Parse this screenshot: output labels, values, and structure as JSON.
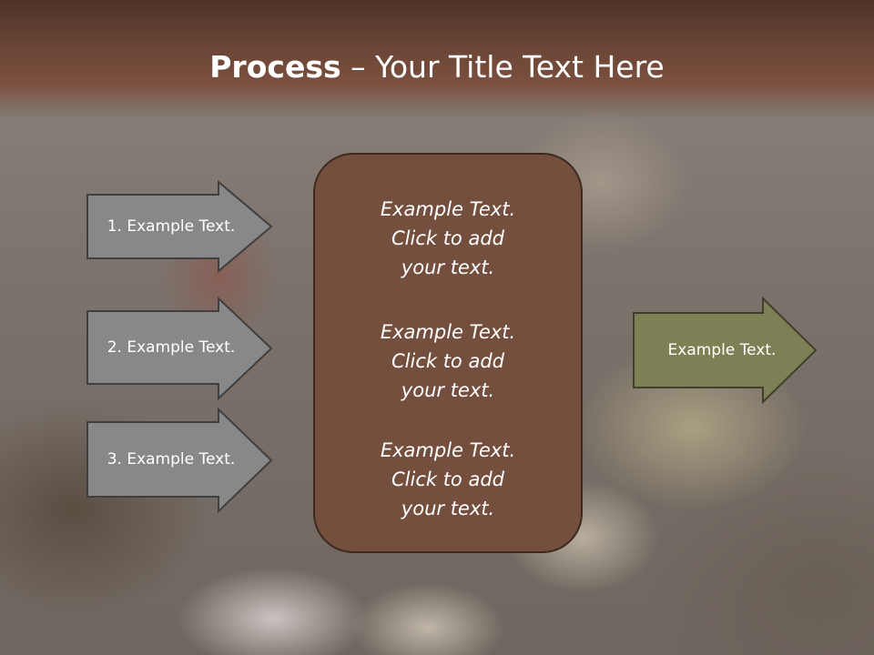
{
  "slide": {
    "title_bold": "Process",
    "title_dash": " – ",
    "title_rest": "Your Title Text Here"
  },
  "steps": [
    {
      "label": "1. Example Text."
    },
    {
      "label": "2. Example Text."
    },
    {
      "label": "3. Example Text."
    }
  ],
  "center_blocks": [
    {
      "line1": "Example Text.",
      "line2": "Click  to add",
      "line3": "your text."
    },
    {
      "line1": "Example Text.",
      "line2": "Click  to add",
      "line3": "your text."
    },
    {
      "line1": "Example Text.",
      "line2": "Click  to add",
      "line3": "your text."
    }
  ],
  "output": {
    "label": "Example Text."
  },
  "colors": {
    "title_band": "#6a4535",
    "step_arrow_fill": "#888888",
    "step_arrow_border": "#3f3f3f",
    "center_box_fill": "#744f3e",
    "output_arrow_fill": "#7f7f55"
  }
}
